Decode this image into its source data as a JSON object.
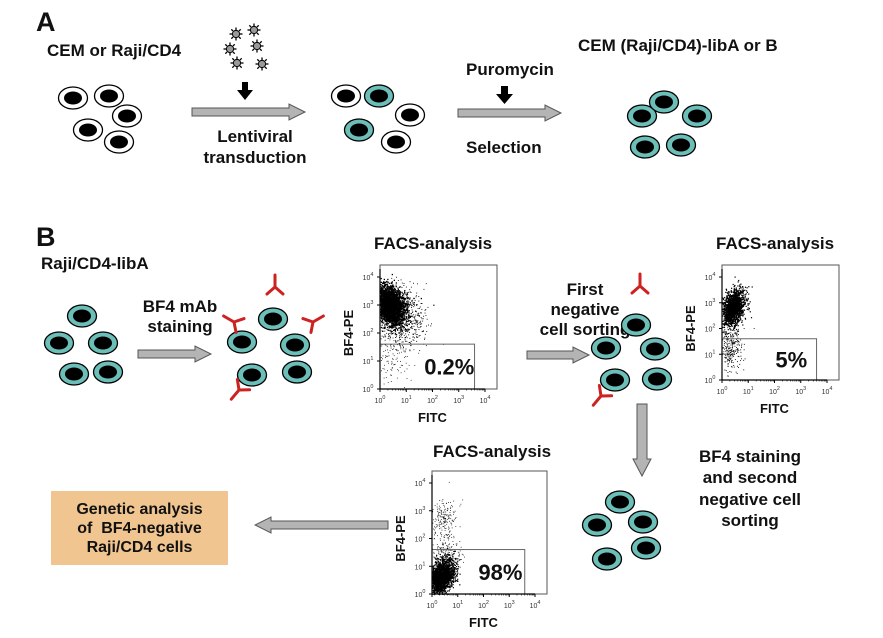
{
  "panel_a": {
    "letter": "A",
    "start_label": "CEM or Raji/CD4",
    "step1_label_line1": "Lentiviral",
    "step1_label_line2": "transduction",
    "step2_top_label": "Puromycin",
    "step2_bottom_label": "Selection",
    "result_label": "CEM (Raji/CD4)-libA or B",
    "icons": [
      "lentivirus-particle-icon",
      "down-arrow-icon",
      "right-arrow-icon",
      "cell-icon"
    ]
  },
  "panel_b": {
    "letter": "B",
    "start_label": "Raji/CD4-libA",
    "step1_line1": "BF4 mAb",
    "step1_line2": "staining",
    "step2_line1": "First",
    "step2_line2": "negative",
    "step2_line3": "cell sorting",
    "step3_line1": "BF4 staining",
    "step3_line2": "and second",
    "step3_line3": "negative cell",
    "step3_line4": "sorting",
    "final_box_line1": "Genetic analysis",
    "final_box_line2": "of  BF4-negative",
    "final_box_line3": "Raji/CD4 cells",
    "facs_title": "FACS-analysis"
  },
  "colors": {
    "transduced_cell": "#6bbfb8",
    "nucleus": "#000000",
    "antibody": "#cc2222",
    "arrow_fill": "#b4b4b4",
    "final_box": "#f0c58f"
  },
  "chart_data": [
    {
      "type": "scatter",
      "title": "FACS-analysis",
      "xlabel": "FITC",
      "ylabel": "BF4-PE",
      "xscale": "log",
      "yscale": "log",
      "xlim": [
        1,
        10000
      ],
      "ylim": [
        1,
        10000
      ],
      "x_tick_labels": [
        "10^0",
        "10^1",
        "10^2",
        "10^3",
        "10^4"
      ],
      "y_tick_labels": [
        "10^0",
        "10^1",
        "10^2",
        "10^3",
        "10^4"
      ],
      "gate_label": "0.2%",
      "gate": {
        "x": [
          1,
          4000
        ],
        "y": [
          1,
          40
        ]
      },
      "population": {
        "center": [
          1.5,
          1000
        ],
        "description": "dense BF4-positive cluster"
      }
    },
    {
      "type": "scatter",
      "title": "FACS-analysis",
      "xlabel": "FITC",
      "ylabel": "BF4-PE",
      "xscale": "log",
      "yscale": "log",
      "xlim": [
        1,
        10000
      ],
      "ylim": [
        1,
        10000
      ],
      "x_tick_labels": [
        "10^0",
        "10^1",
        "10^2",
        "10^3",
        "10^4"
      ],
      "y_tick_labels": [
        "10^0",
        "10^1",
        "10^2",
        "10^3",
        "10^4"
      ],
      "gate_label": "5%",
      "gate": {
        "x": [
          1,
          4000
        ],
        "y": [
          1,
          40
        ]
      },
      "population": {
        "center": [
          2,
          800
        ],
        "description": "BF4-positive cluster with sparse negative tail"
      }
    },
    {
      "type": "scatter",
      "title": "FACS-analysis",
      "xlabel": "FITC",
      "ylabel": "BF4-PE",
      "xscale": "log",
      "yscale": "log",
      "xlim": [
        1,
        10000
      ],
      "ylim": [
        1,
        10000
      ],
      "x_tick_labels": [
        "10^0",
        "10^1",
        "10^2",
        "10^3",
        "10^4"
      ],
      "y_tick_labels": [
        "10^0",
        "10^1",
        "10^2",
        "10^3",
        "10^4"
      ],
      "gate_label": "98%",
      "gate": {
        "x": [
          1,
          4000
        ],
        "y": [
          1,
          40
        ]
      },
      "population": {
        "center": [
          2,
          5
        ],
        "description": "dense BF4-negative cluster"
      }
    }
  ]
}
